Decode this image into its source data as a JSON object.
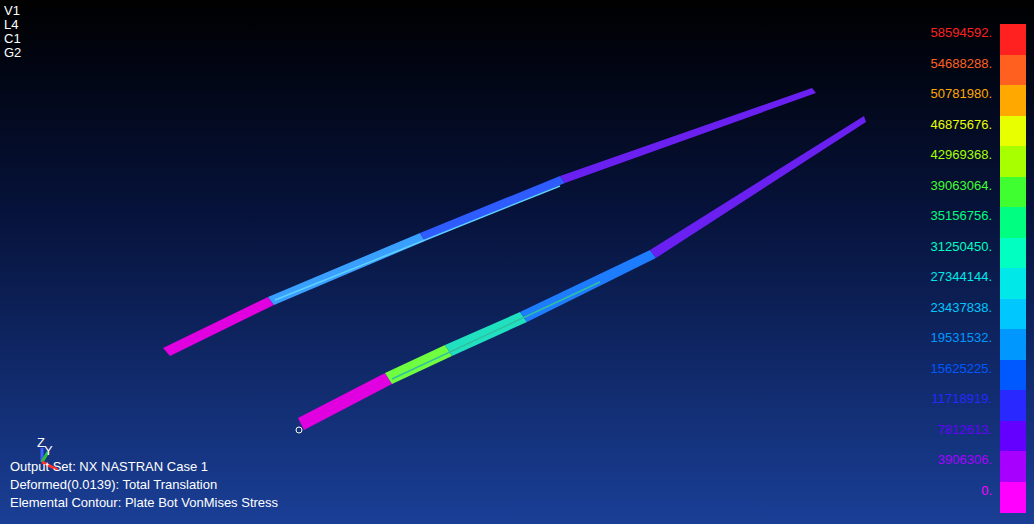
{
  "diagram": {
    "labels": [
      "V1",
      "L4",
      "C1",
      "G2",
      "Z",
      "Y",
      "Output Set: NX NASTRAN Case 1",
      "Deformed(0.0139): Total Translation",
      "Elemental Contour: Plate Bot VonMises Stress"
    ],
    "legend": [
      {
        "text": "58594592.",
        "color": "#ff2020"
      },
      {
        "text": "54688288.",
        "color": "#ff6020"
      },
      {
        "text": "50781980.",
        "color": "#ffa800"
      },
      {
        "text": "46875676.",
        "color": "#e8ff00"
      },
      {
        "text": "42969368.",
        "color": "#a8ff00"
      },
      {
        "text": "39063064.",
        "color": "#40ff30"
      },
      {
        "text": "35156756.",
        "color": "#00ff80"
      },
      {
        "text": "31250450.",
        "color": "#00ffc0"
      },
      {
        "text": "27344144.",
        "color": "#00e8e8"
      },
      {
        "text": "23437838.",
        "color": "#00c8ff"
      },
      {
        "text": "19531532.",
        "color": "#0098ff"
      },
      {
        "text": "15625225.",
        "color": "#0058ff"
      },
      {
        "text": "11718919.",
        "color": "#2828ff"
      },
      {
        "text": "7812613.",
        "color": "#6400ff"
      },
      {
        "text": "3906306.",
        "color": "#a800ff"
      },
      {
        "text": "0.",
        "color": "#ff00ff"
      }
    ]
  }
}
